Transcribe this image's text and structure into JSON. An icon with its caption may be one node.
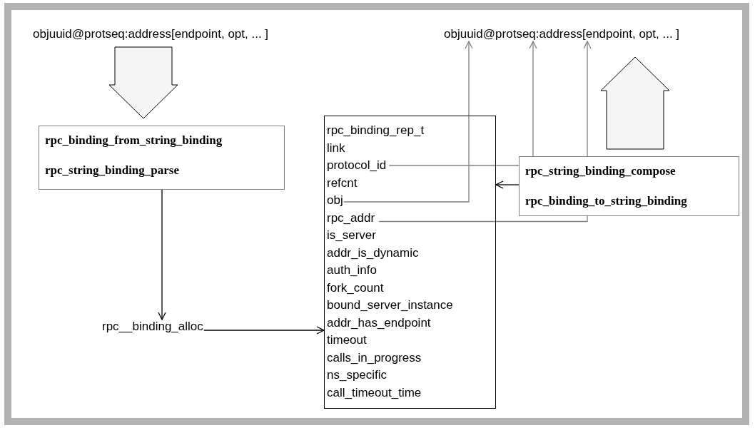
{
  "diagram": {
    "nodes": [
      {
        "text": [
          "objuuid@protseq:address[endpoint, opt, ... ]"
        ]
      },
      {
        "text": [
          "rpc_binding_from_string_binding",
          "rpc_string_binding_parse"
        ]
      },
      {
        "text": [
          "rpc__binding_alloc"
        ]
      },
      {
        "text": [],
        "shape": "box"
      },
      {
        "text": [
          "rpc_binding_rep_t"
        ],
        "in": 3
      },
      {
        "text": [
          "link"
        ],
        "in": 3
      },
      {
        "text": [
          "protocol_id"
        ],
        "in": 3
      },
      {
        "text": [
          "refcnt"
        ],
        "in": 3
      },
      {
        "text": [
          "obj"
        ],
        "in": 3
      },
      {
        "text": [
          "rpc_addr"
        ],
        "in": 3
      },
      {
        "text": [
          "is_server"
        ],
        "in": 3
      },
      {
        "text": [
          "addr_is_dynamic"
        ],
        "in": 3
      },
      {
        "text": [
          "auth_info"
        ],
        "in": 3
      },
      {
        "text": [
          "fork_count"
        ],
        "in": 3
      },
      {
        "text": [
          "bound_server_instance"
        ],
        "in": 3
      },
      {
        "text": [
          "addr_has_endpoint"
        ],
        "in": 3
      },
      {
        "text": [
          "timeout"
        ],
        "in": 3
      },
      {
        "text": [
          "calls_in_progress"
        ],
        "in": 3
      },
      {
        "text": [
          "ns_specific"
        ],
        "in": 3
      },
      {
        "text": [
          "call_timeout_time"
        ],
        "in": 3
      },
      {
        "text": [
          "objuuid@protseq:address[endpoint, opt, ... ]"
        ]
      },
      {
        "text": [
          "rpc_string_binding_compose",
          "rpc_binding_to_string_binding"
        ]
      }
    ],
    "edges": [
      {
        "from": 0,
        "to": 1,
        "arrow": "to",
        "style": "thick",
        "color": "#000000"
      },
      {
        "from": 1,
        "to": 2,
        "arrow": "to",
        "color": "#000000"
      },
      {
        "from": 2,
        "to": 3,
        "arrow": "to",
        "color": "#000000"
      },
      {
        "from": 21,
        "to": 3,
        "arrow": "to",
        "color": "#000000"
      },
      {
        "from": 8,
        "to": 20,
        "arrow": "to",
        "color": "#808080"
      },
      {
        "from": 6,
        "to": 21,
        "arrow": "none",
        "color": "#808080"
      },
      {
        "from": 21,
        "to": 20,
        "arrow": "to",
        "color": "#808080"
      },
      {
        "from": 9,
        "to": 21,
        "arrow": "none",
        "color": "#808080"
      },
      {
        "from": 21,
        "to": 20,
        "arrow": "to",
        "color": "#808080"
      },
      {
        "from": 21,
        "to": 20,
        "arrow": "to",
        "style": "thick",
        "color": "#000000"
      }
    ]
  }
}
